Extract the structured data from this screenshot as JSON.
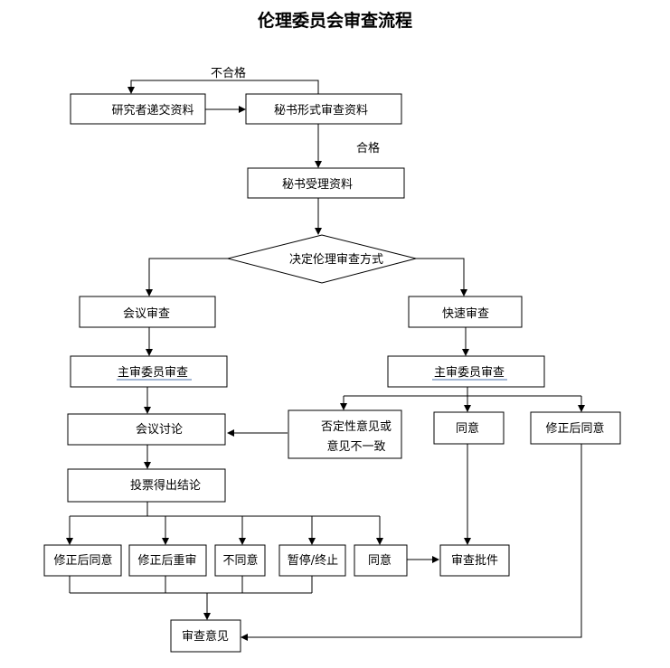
{
  "title": "伦理委员会审查流程",
  "nodes": {
    "researcher_submit": "研究者递交资料",
    "secretary_formal_review": "秘书形式审查资料",
    "secretary_accept": "秘书受理资料",
    "decide_method": "决定伦理审查方式",
    "meeting_review": "会议审查",
    "expedited_review": "快速审查",
    "primary_reviewer_left": "主审委员审查",
    "primary_reviewer_right": "主审委员审查",
    "meeting_discussion": "会议讨论",
    "negative_line1": "否定性意见或",
    "negative_line2": "意见不一致",
    "agree_right": "同意",
    "modify_agree_right": "修正后同意",
    "vote_conclusion": "投票得出结论",
    "modify_agree": "修正后同意",
    "modify_rereview": "修正后重审",
    "disagree": "不同意",
    "suspend_terminate": "暂停/终止",
    "agree_bottom": "同意",
    "review_approval": "审查批件",
    "review_opinion": "审查意见"
  },
  "edge_labels": {
    "fail": "不合格",
    "pass": "合格"
  }
}
